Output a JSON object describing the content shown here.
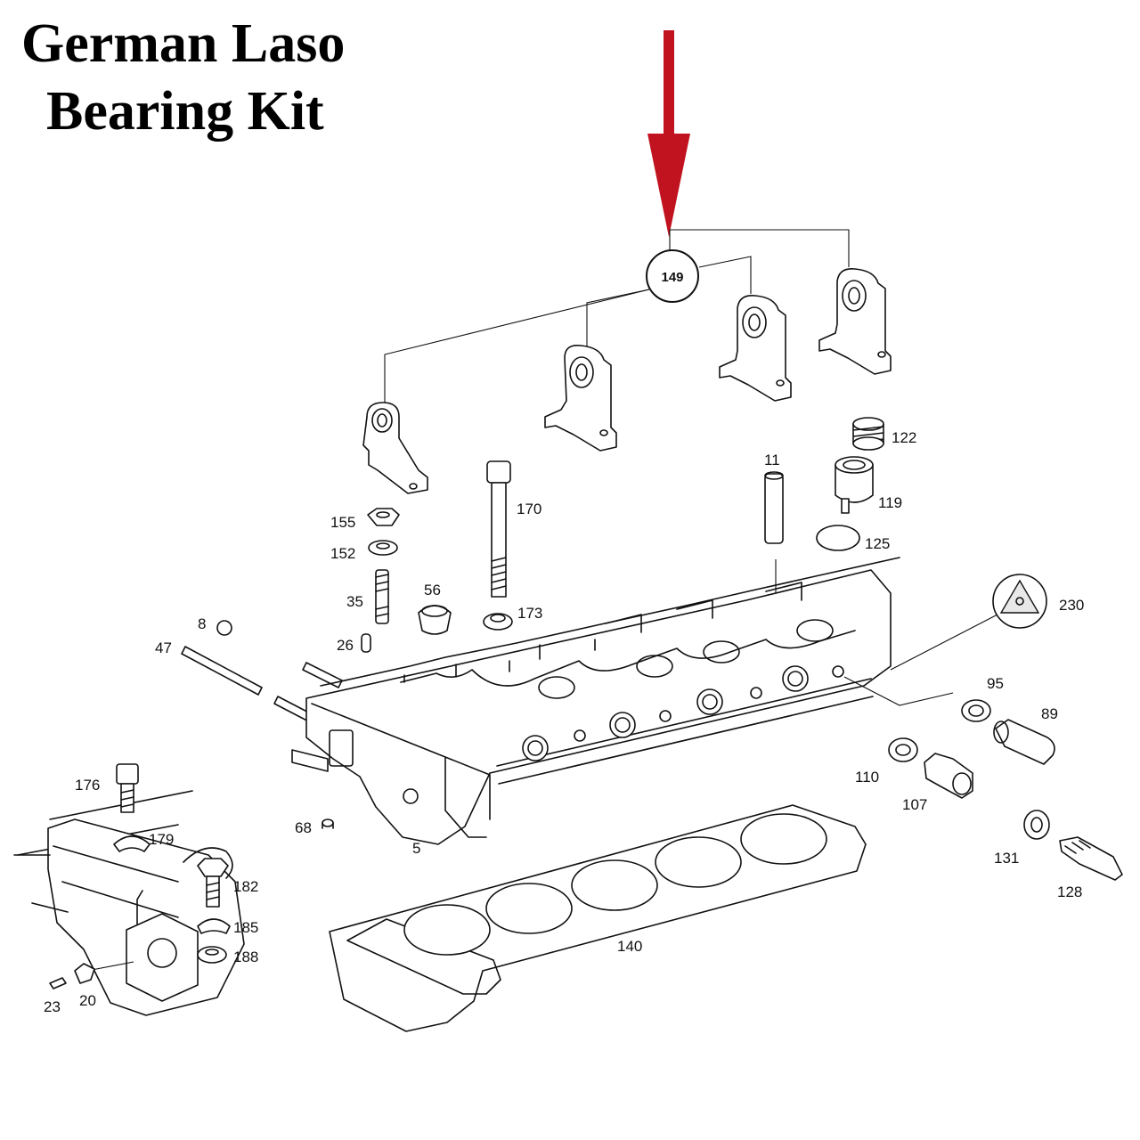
{
  "title": {
    "line1": "German Laso",
    "line2": "Bearing Kit"
  },
  "colors": {
    "arrow": "#c1121f",
    "ink": "#111111",
    "background": "#ffffff"
  },
  "callout": {
    "part": "149"
  },
  "parts": {
    "p122": "122",
    "p11": "11",
    "p119": "119",
    "p125": "125",
    "p170": "170",
    "p155": "155",
    "p152": "152",
    "p35": "35",
    "p56": "56",
    "p173": "173",
    "p230": "230",
    "p8": "8",
    "p47": "47",
    "p26": "26",
    "p95": "95",
    "p89": "89",
    "p110": "110",
    "p107": "107",
    "p176": "176",
    "p179": "179",
    "p68": "68",
    "p5": "5",
    "p131": "131",
    "p128": "128",
    "p182": "182",
    "p185": "185",
    "p188": "188",
    "p140": "140",
    "p23": "23",
    "p20": "20"
  }
}
